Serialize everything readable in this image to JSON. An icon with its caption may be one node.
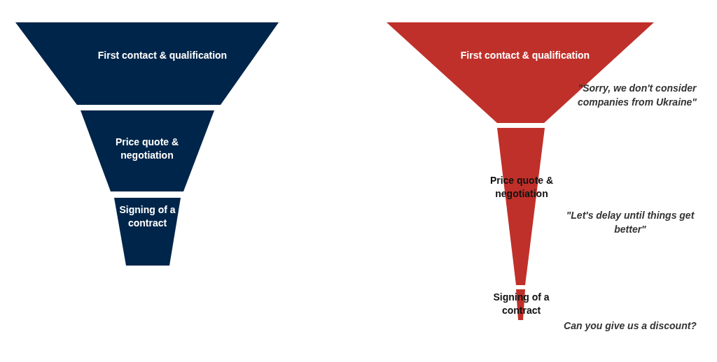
{
  "diagram": {
    "nodes": [
      {
        "text": [
          "First contact & qualification"
        ]
      },
      {
        "text": [
          "Price quote & negotiation"
        ]
      },
      {
        "text": [
          "Signing of a contract"
        ]
      },
      {
        "text": [
          "First contact & qualification"
        ],
        "beside": [
          "\"Sorry, we don't consider companies from Ukraine\""
        ]
      },
      {
        "text": [
          "Price quote & negotiation"
        ],
        "beside": [
          "\"Let's delay until things get better\""
        ]
      },
      {
        "text": [
          "Signing of a contract"
        ],
        "beside": [
          "Can you give us a discount?"
        ]
      }
    ]
  }
}
